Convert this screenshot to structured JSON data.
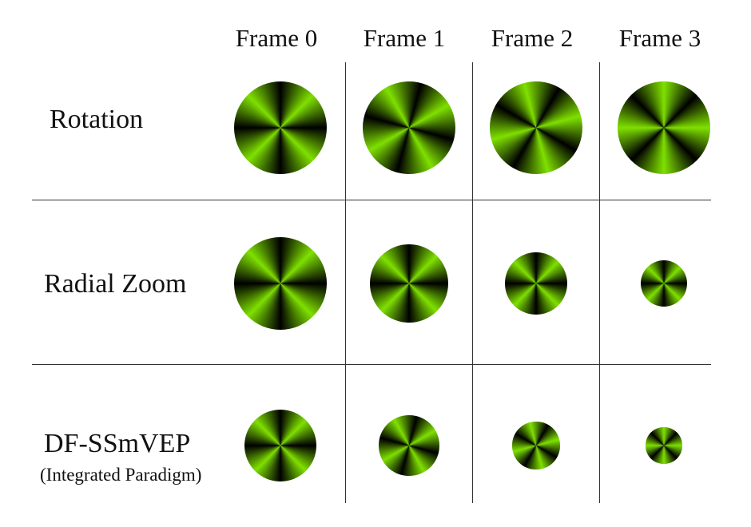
{
  "columns": [
    "Frame 0",
    "Frame 1",
    "Frame 2",
    "Frame 3"
  ],
  "rows": [
    {
      "label": "Rotation",
      "sublabel": "",
      "frames": [
        {
          "rotation_deg": 0,
          "scale": 1.0
        },
        {
          "rotation_deg": 15,
          "scale": 1.0
        },
        {
          "rotation_deg": 30,
          "scale": 1.0
        },
        {
          "rotation_deg": 45,
          "scale": 1.0
        }
      ]
    },
    {
      "label": "Radial Zoom",
      "sublabel": "",
      "frames": [
        {
          "rotation_deg": 0,
          "scale": 1.0
        },
        {
          "rotation_deg": 0,
          "scale": 0.84
        },
        {
          "rotation_deg": 0,
          "scale": 0.67
        },
        {
          "rotation_deg": 0,
          "scale": 0.5
        }
      ]
    },
    {
      "label": "DF-SSmVEP",
      "sublabel": "(Integrated Paradigm)",
      "frames": [
        {
          "rotation_deg": 0,
          "scale": 0.78
        },
        {
          "rotation_deg": 15,
          "scale": 0.65
        },
        {
          "rotation_deg": 30,
          "scale": 0.51
        },
        {
          "rotation_deg": 45,
          "scale": 0.39
        }
      ]
    }
  ],
  "colors": {
    "stimulus_light": "#7fe000",
    "stimulus_dark": "#000000",
    "grid": "#333333"
  }
}
